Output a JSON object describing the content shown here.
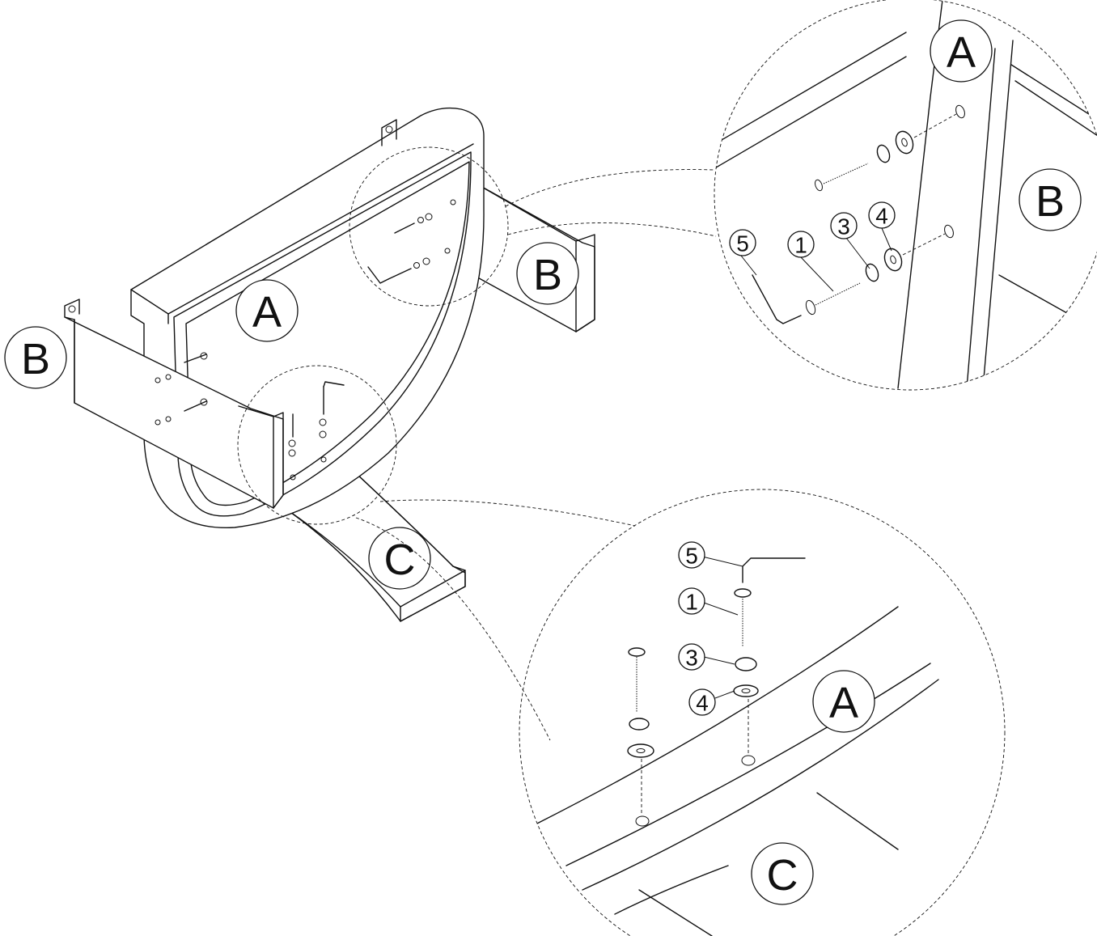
{
  "part_labels": {
    "main_a": "A",
    "main_b_left": "B",
    "main_b_right": "B",
    "main_c": "C",
    "detail_top_a": "A",
    "detail_top_b": "B",
    "detail_bottom_a": "A",
    "detail_bottom_c": "C"
  },
  "callouts": {
    "top_hex_key": "5",
    "top_bolt": "1",
    "top_spring_washer": "3",
    "top_flat_washer": "4",
    "bottom_hex_key": "5",
    "bottom_bolt": "1",
    "bottom_spring_washer": "3",
    "bottom_flat_washer": "4"
  }
}
